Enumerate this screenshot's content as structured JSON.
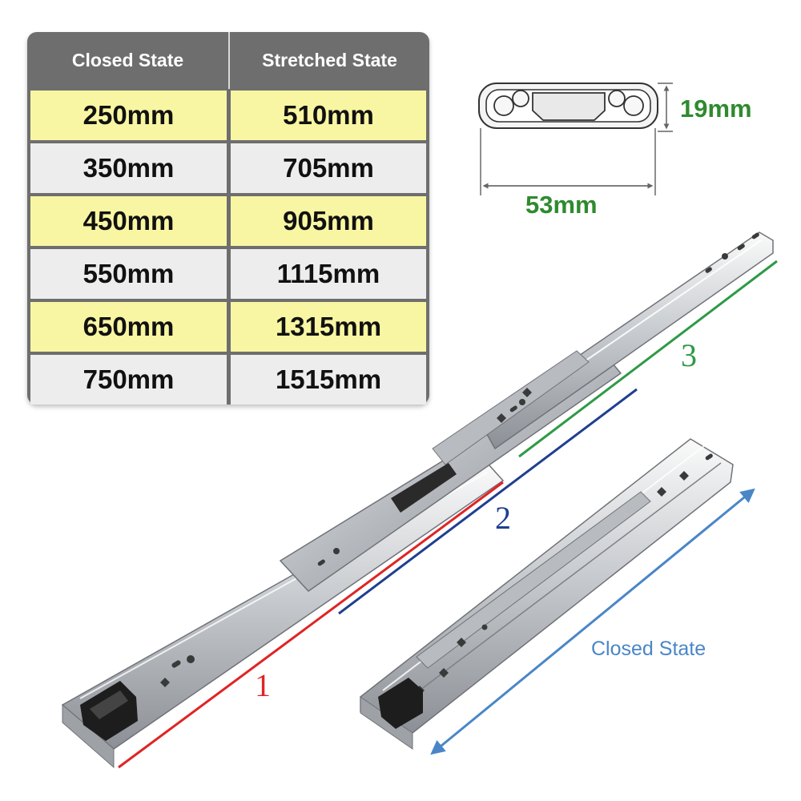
{
  "table": {
    "headers": [
      "Closed State",
      "Stretched State"
    ],
    "rows": [
      {
        "closed": "250mm",
        "stretched": "510mm"
      },
      {
        "closed": "350mm",
        "stretched": "705mm"
      },
      {
        "closed": "450mm",
        "stretched": "905mm"
      },
      {
        "closed": "550mm",
        "stretched": "1115mm"
      },
      {
        "closed": "650mm",
        "stretched": "1315mm"
      },
      {
        "closed": "750mm",
        "stretched": "1515mm"
      }
    ],
    "colors": {
      "header_bg": "#6e6e6e",
      "row_yellow": "#f8f6a2",
      "row_gray": "#ededed",
      "header_text": "#ffffff"
    }
  },
  "profile": {
    "height_label": "19mm",
    "width_label": "53mm",
    "label_color": "#2f8a2f"
  },
  "extension_labels": {
    "one": "1",
    "two": "2",
    "three": "3",
    "colors": {
      "one": "#e02424",
      "two": "#1f3f8f",
      "three": "#2e9a46"
    }
  },
  "closed_label": "Closed State",
  "closed_color": "#4a86c7",
  "icons": [
    "drawer-slide-extended",
    "drawer-slide-closed",
    "rail-profile-diagram",
    "double-arrow-icon"
  ]
}
